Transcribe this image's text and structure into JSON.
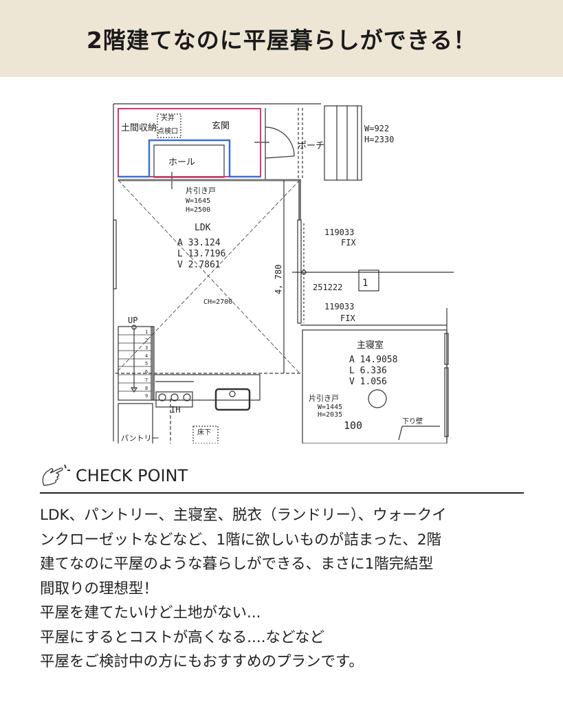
{
  "header": {
    "title": "2階建てなのに平屋暮らしができる！"
  },
  "plan": {
    "labels": {
      "doma": "土間収納",
      "tenjo": "天井",
      "tenken": "点検口",
      "genkan": "玄関",
      "hall": "ホール",
      "porch": "ポーチ",
      "porch_w": "W=922",
      "porch_h": "H=2330",
      "door1": "片引き戸",
      "door1_w": "W=1645",
      "door1_h": "H=2500",
      "ldk": "LDK",
      "ldk_a": "A 33.124",
      "ldk_l": "L 13.7196",
      "ldk_v": "V 2.7861",
      "dim": "4, 780",
      "ch": "CH=2700",
      "win1": "119033",
      "fix1": "FIX",
      "win2": "251222",
      "win_no": "1",
      "win3": "119033",
      "fix2": "FIX",
      "up": "UP",
      "steps": [
        "1",
        "2",
        "3",
        "4",
        "5",
        "6",
        "7",
        "8",
        "9"
      ],
      "ih": "IH",
      "bed": "主寝室",
      "bed_a": "A 14.9058",
      "bed_l": "L 6.336",
      "bed_v": "V 1.056",
      "door2": "片引き戸",
      "door2_w": "W=1445",
      "door2_h": "H=2035",
      "num100": "100",
      "sagari": "下り壁",
      "pantry": "パントリー",
      "yukashita": "床下"
    },
    "colors": {
      "pink": "#e0336a",
      "blue": "#3a6fd8"
    }
  },
  "checkpoint": {
    "label": "CHECK POINT"
  },
  "body": {
    "lines": [
      "LDK、パントリー、主寝室、脱衣（ランドリー）、ウォークイ",
      "ンクローゼットなどなど、1階に欲しいものが詰まった、2階",
      "建てなのに平屋のような暮らしができる、まさに1階完結型",
      "間取りの理想型！",
      "平屋を建てたいけど土地がない...",
      "平屋にするとコストが高くなる....などなど",
      "平屋をご検討中の方にもおすすめのプランです。"
    ]
  }
}
